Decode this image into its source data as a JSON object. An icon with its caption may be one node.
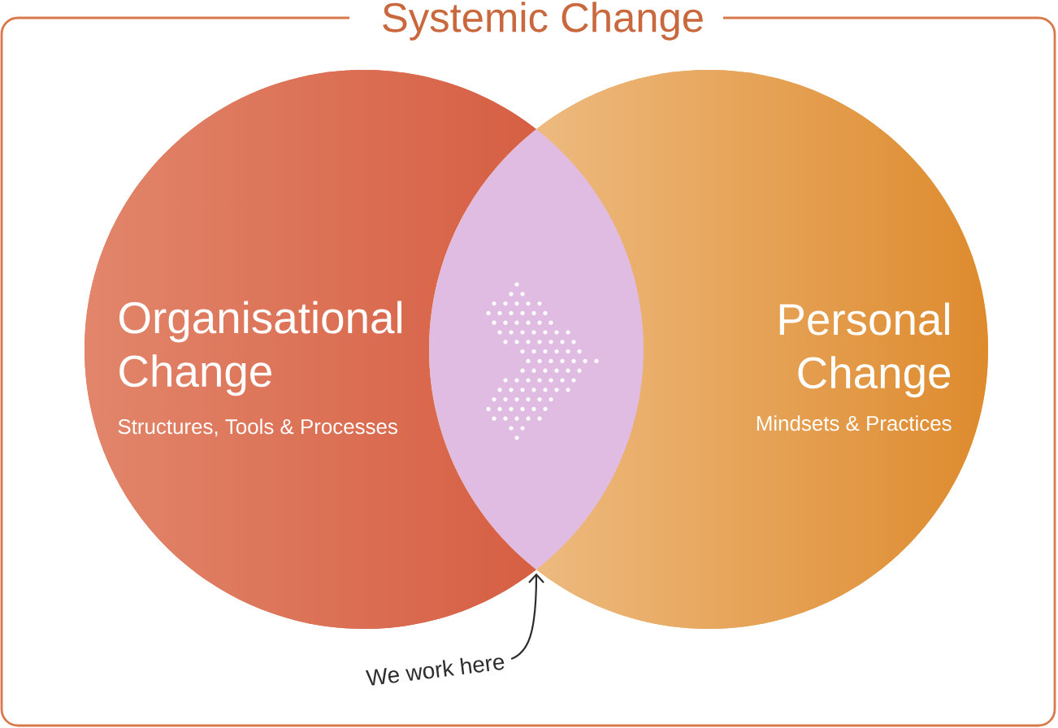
{
  "diagram": {
    "nodes": [
      {
        "text": [
          "Systemic Change"
        ]
      },
      {
        "text": [
          "Organisational Change",
          "Structures, Tools & Processes"
        ],
        "in": 0
      },
      {
        "text": [],
        "shape": "lens"
      },
      {
        "text": [
          "Personal Change",
          "Mindsets & Practices"
        ],
        "in": 0
      },
      {
        "text": [
          "We work here"
        ],
        "in": 0
      }
    ],
    "edges": [
      {
        "from": 4,
        "to": 2,
        "arrow": "to"
      }
    ]
  }
}
